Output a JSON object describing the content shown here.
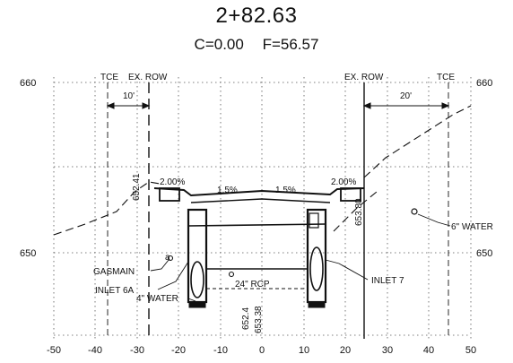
{
  "header": {
    "station": "2+82.63",
    "cut": "C=0.00",
    "fill": "F=56.57"
  },
  "x_ticks": [
    "-50",
    "-40",
    "-30",
    "-20",
    "-10",
    "0",
    "10",
    "20",
    "30",
    "40",
    "50"
  ],
  "y_ticks_left": [
    "660",
    "650"
  ],
  "y_ticks_right": [
    "660",
    "650"
  ],
  "top_labels": {
    "tce_left": "TCE",
    "ex_row_left": "EX. ROW",
    "ex_row_right": "EX. ROW",
    "tce_right": "TCE"
  },
  "dims": {
    "left": "10'",
    "right": "20'"
  },
  "slopes": {
    "left_outer": "2.00%",
    "left_inner": "1.5%",
    "right_inner": "1.5%",
    "right_outer": "2.00%"
  },
  "elevations": {
    "left_ground": "652.41",
    "right_ground": "653.80",
    "bottom_1": "652.4",
    "bottom_2": "653.38"
  },
  "callouts": {
    "gasmain": "GASMAIN",
    "inlet_6a": "INLET 6A",
    "rcp": "24\" RCP",
    "water_4": "4\" WATER",
    "inlet_7": "INLET 7",
    "water_6": "6\" WATER"
  },
  "marks": {
    "a": "a"
  }
}
